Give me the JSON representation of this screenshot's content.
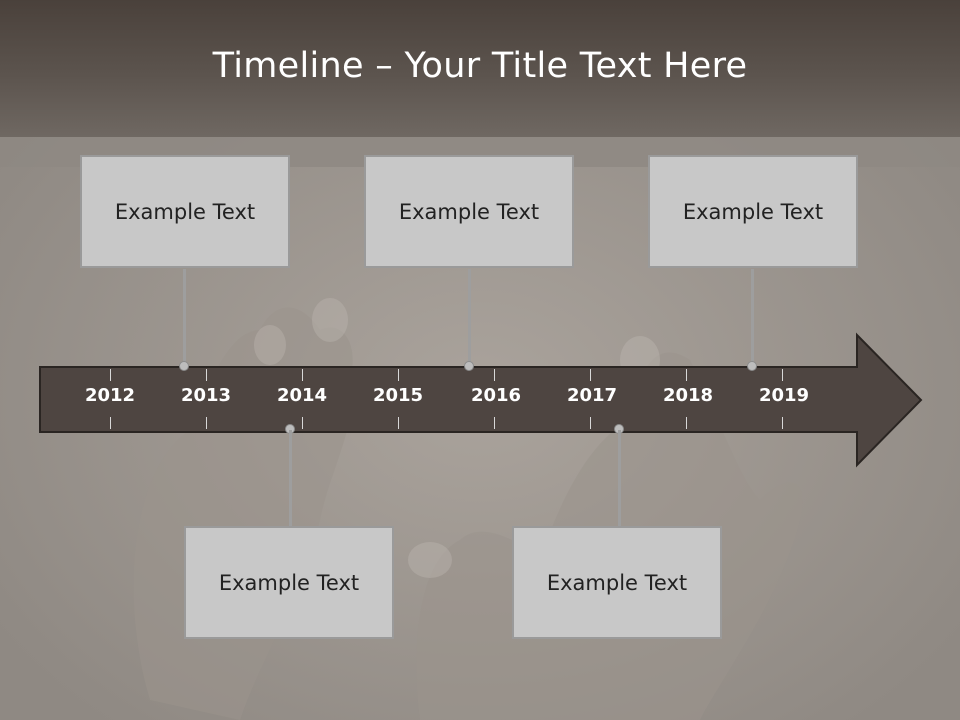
{
  "slide": {
    "title": "Timeline – Your Title Text Here"
  },
  "timeline": {
    "years": [
      "2012",
      "2013",
      "2014",
      "2015",
      "2016",
      "2017",
      "2018",
      "2019"
    ],
    "boxes_top": [
      "Example Text",
      "Example Text",
      "Example Text"
    ],
    "boxes_bottom": [
      "Example Text",
      "Example Text"
    ]
  },
  "colors": {
    "header": "#5c544e",
    "arrow_fill": "#4e4541",
    "box_fill": "#c8c8c8",
    "background": "#b3ada7"
  }
}
